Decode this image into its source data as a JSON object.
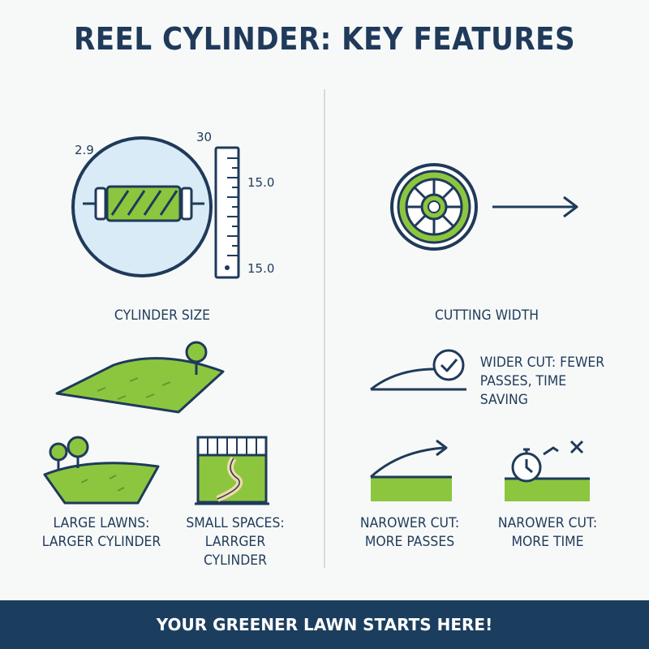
{
  "title": "REEL CYLINDER: KEY FEATURES",
  "left": {
    "measure_top_left": "2.9",
    "measure_top": "30",
    "measure_right_top": "15.0",
    "measure_right_bottom": "15.0",
    "heading": "CYLINDER SIZE",
    "large_lawns": [
      "LARGE LAWNS:",
      "LARGER CYLINDER"
    ],
    "small_spaces": [
      "SMALL SPACES:",
      "LARRGER CYLINDER"
    ]
  },
  "right": {
    "heading": "CUTTING WIDTH",
    "wider_cut": [
      "WIDER CUT: FEWER",
      "PASSES, TIME SAVING"
    ],
    "narrow_passes": [
      "NAROWER CUT:",
      "MORE PASSES"
    ],
    "narrow_time": [
      "NAROWER CUT:",
      "MORE TIME"
    ]
  },
  "footer": "YOUR GREENER LAWN STARTS HERE!",
  "colors": {
    "navy": "#1f3a5a",
    "green": "#8cc63f",
    "light_blue": "#d9ebf6",
    "footer_bg": "#1c3e5e"
  }
}
